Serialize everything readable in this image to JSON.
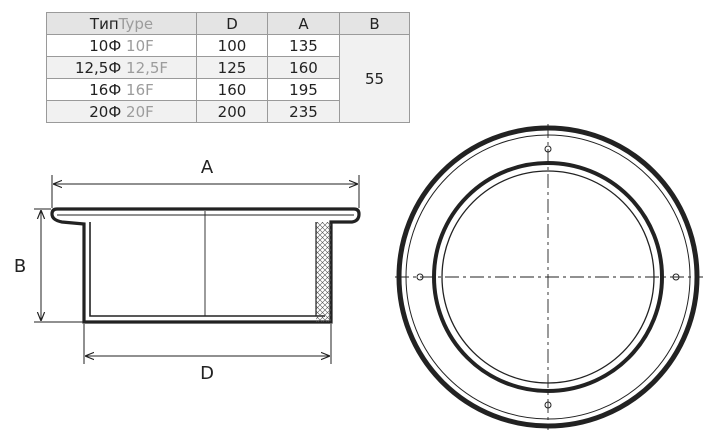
{
  "table": {
    "headers": [
      {
        "cyr": "Тип",
        "lat": "Type"
      },
      {
        "text": "D"
      },
      {
        "text": "A"
      },
      {
        "text": "B"
      }
    ],
    "rows": [
      {
        "type_cyr": "10Ф",
        "type_lat": "10F",
        "d": "100",
        "a": "135"
      },
      {
        "type_cyr": "12,5Ф",
        "type_lat": "12,5F",
        "d": "125",
        "a": "160"
      },
      {
        "type_cyr": "16Ф",
        "type_lat": "16F",
        "d": "160",
        "a": "195"
      },
      {
        "type_cyr": "20Ф",
        "type_lat": "20F",
        "d": "200",
        "a": "235"
      }
    ],
    "b_value": "55"
  },
  "dimensions": {
    "a_label": "A",
    "b_label": "B",
    "d_label": "D"
  },
  "colors": {
    "line": "#222222",
    "header_bg": "#e4e4e4",
    "muted_text": "#9c9c9c"
  }
}
